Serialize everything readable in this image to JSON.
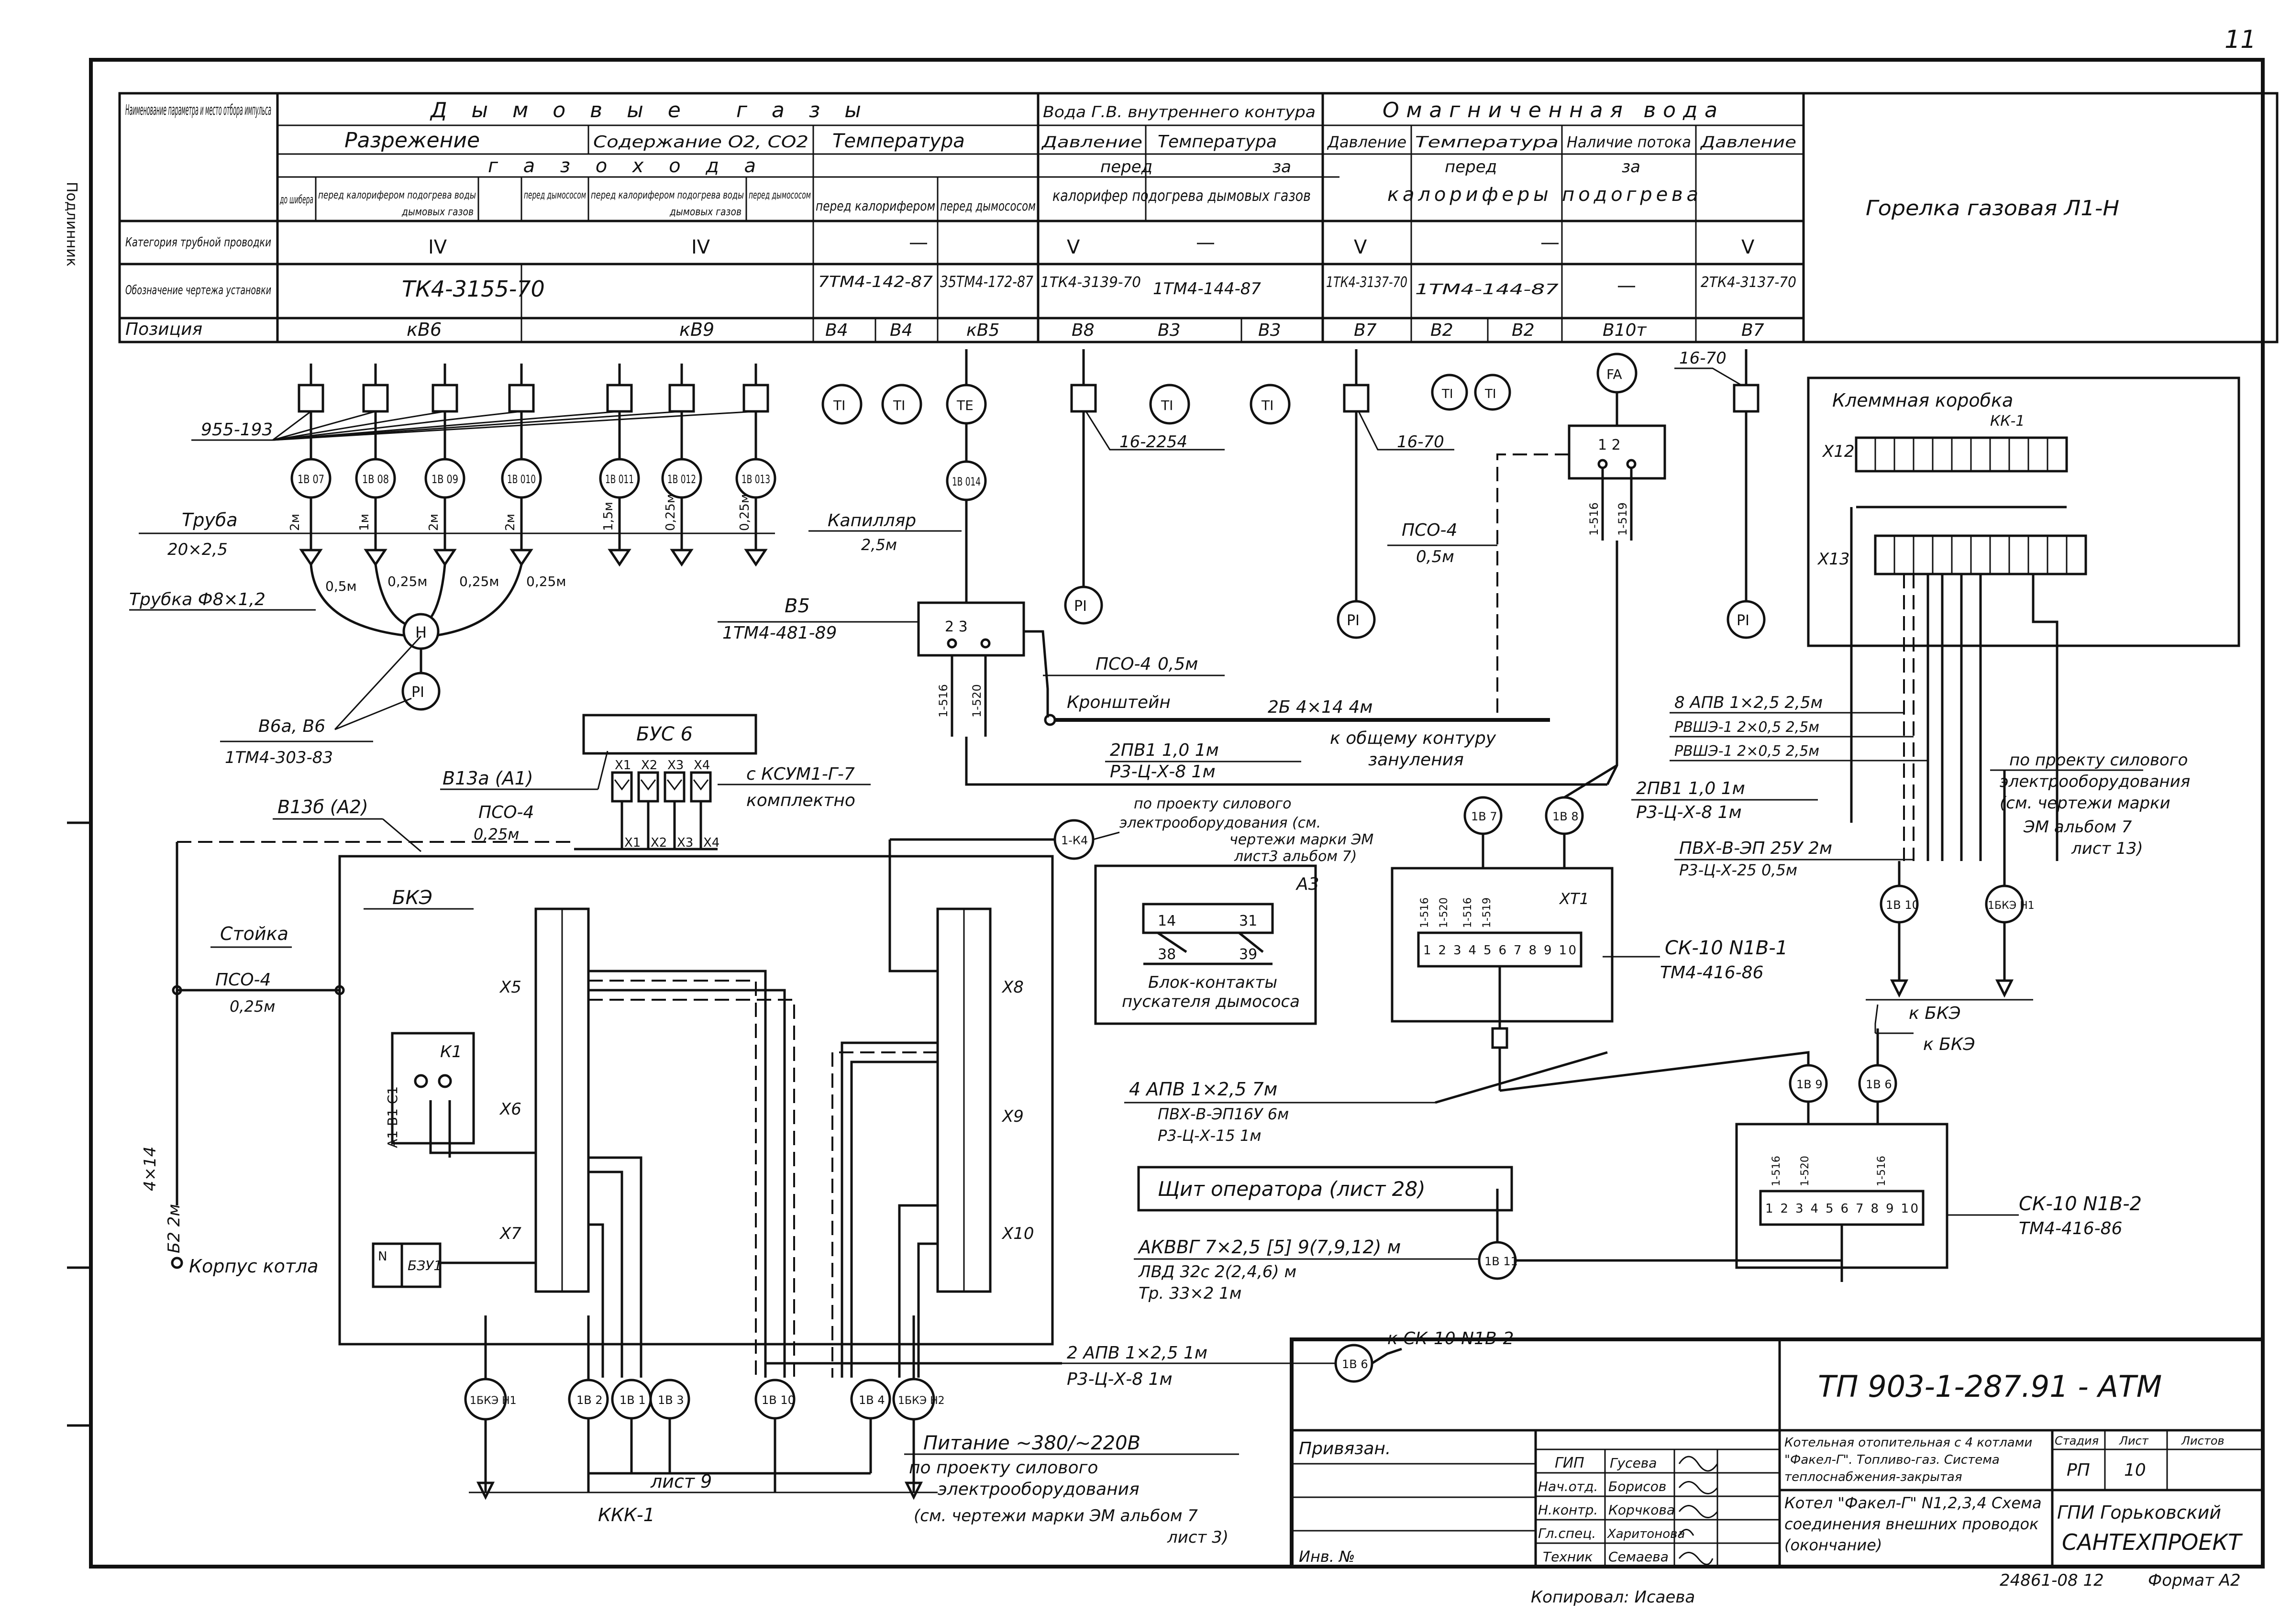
{
  "page_number": "11",
  "side_text": "Подлинник",
  "header": {
    "row_labels": {
      "param": "Наименование параметра и место отбора импульса",
      "category": "Категория трубной проводки",
      "drawing": "Обозначение чертежа установки",
      "position": "Позиция"
    },
    "groups": {
      "flue_gas": "Дымовые газы",
      "water_gv": "Вода Г.В. внутреннего контура",
      "magnet_water": "Омагниченная вода"
    },
    "sub": {
      "vacuum": "Разрежение",
      "o2": "Содержание О2, СО2",
      "temp": "Температура",
      "pressure": "Давление",
      "temp2": "Температура",
      "pressure2": "Давление",
      "temp3": "Температура",
      "flow": "Наличие потока",
      "pressure3": "Давление"
    },
    "gas_path": "газохода",
    "before": "перед",
    "after": "за",
    "places": {
      "damper": "до шибера",
      "before_heater": "перед калорифером подогрева воды",
      "before_exhauster": "перед дымососом",
      "flue_gases": "дымовых газов",
      "before_heater2": "перед калорифером",
      "before_exhauster2": "перед дымососом",
      "heater_flue": "калорифер подогрева дымовых газов",
      "heaters": "калориферы подогрева"
    },
    "categories": [
      "IV",
      "IV",
      "—",
      "V",
      "—",
      "V",
      "—",
      "V"
    ],
    "drawings": {
      "d1": "ТК4-3155-70",
      "d2": "7ТМ4-142-87",
      "d3": "35ТМ4-172-87",
      "d4": "1ТК4-3139-70",
      "d5": "1ТМ4-144-87",
      "d6": "1ТК4-3137-70",
      "d7": "1ТМ4-144-87",
      "d8": "—",
      "d9": "2ТК4-3137-70"
    },
    "positions": [
      "кВ6",
      "кВ9",
      "В4",
      "В4",
      "кВ5",
      "В8",
      "В3",
      "В3",
      "В7",
      "В2",
      "В2",
      "В10т",
      "В7"
    ],
    "burner": "Горелка газовая Л1-Н"
  },
  "diagram": {
    "tag_955": "955-193",
    "tube": "Труба",
    "tube_size": "20×2,5",
    "tube_small": "Трубка Ф8×1,2",
    "sensors_1b": [
      "1В 07",
      "1В 08",
      "1В 09",
      "1В 010",
      "1В 011",
      "1В 012",
      "1В 013"
    ],
    "lengths_2m": [
      "2м",
      "1м",
      "2м",
      "2м",
      "1,5м",
      "0,25м",
      "0,25м"
    ],
    "lengths_025": [
      "0,5м",
      "0,25м",
      "0,25м",
      "0,25м"
    ],
    "h_label": "Н",
    "pi": "PI",
    "ti": "TI",
    "te": "TE",
    "fa": "FA",
    "b6": "В6а, В6",
    "b6_dwg": "1ТМ4-303-83",
    "b14": "1В 014",
    "capillary": "Капилляр",
    "capillary_len": "2,5м",
    "b5": "В5",
    "b5_dwg": "1ТМ4-481-89",
    "pso4": "ПСО-4",
    "pso4_len": "0,5м",
    "bracket": "Кронштейн",
    "strip": "2Б  4×14    4м",
    "to_common": "к общему контуру",
    "zeroing": "зануления",
    "tag_16_2254": "16-2254",
    "tag_16_70": "16-70",
    "tag_16_70b": "16-70",
    "pso4b": "ПСО-4",
    "pso4b_len": "0,5м",
    "box_terms": "1   2",
    "wire_516": "1-516",
    "wire_519": "1-519",
    "wire_520": "1-520",
    "bus6": "БУС 6",
    "bus_x": [
      "Х1",
      "Х2",
      "Х3",
      "Х4"
    ],
    "b13a": "В13а (А1)",
    "b13b": "В13б (А2)",
    "pso4c": "ПСО-4",
    "pso4c_len": "0,25м",
    "ksum": "с КСУМ1-Г-7",
    "complete": "комплектно",
    "pvi1": "2ПВ1  1,0   1м",
    "pvi1b": "Р3-Ц-Х-8    1м",
    "pvi2": "2ПВ1  1,0   1м",
    "pvi2b": "Р3-Ц-Х-8    1м",
    "by_project": "по проекту силового",
    "electro": "электрооборудования (см.",
    "see_em": "чертежи марки ЭМ",
    "sheet3": "лист3 альбом 7)",
    "a3": "А3",
    "contacts": "Блок-контакты",
    "starter": "пускателя дымососа",
    "k4": "1-К4",
    "stand": "Стойка",
    "pso4d": "ПСО-4",
    "pso4d_len": "0,25м",
    "bke": "БКЭ",
    "x_labels": [
      "Х5",
      "Х6",
      "Х7",
      "Х8",
      "Х9",
      "Х10"
    ],
    "k1": "К1",
    "a1": "А1  В1  С1",
    "bzu": "БЗУ1",
    "n": "N",
    "strip2": "4×14",
    "b2_len": "Б2  2м",
    "body": "Корпус котла",
    "klemm": "Клеммная коробка",
    "kk1": "КК-1",
    "x12": "Х12",
    "x13": "Х13",
    "apv8": "8 АПВ  1×2,5  2,5м",
    "rvshe1": "РВШЭ-1  2×0,5  2,5м",
    "rvshe2": "РВШЭ-1  2×0,5  2,5м",
    "by_project2": "по проекту силового",
    "electro2": "электрооборудования",
    "see_em2": "(см. чертежи марки",
    "album": "ЭМ  альбом 7",
    "sheet13": "лист 13)",
    "pvx": "ПВХ-В-ЭП 25У    2м",
    "pvx_b": "Р3-Ц-Х-25     0,5м",
    "ck1": "СК-10 N1В-1",
    "ck1_dwg": "ТМ4-416-86",
    "xt1": "ХТ1",
    "to_bke": "к БКЭ",
    "to_bke2": "к БКЭ",
    "apv4": "4 АПВ  1×2,5      7м",
    "pvx6": "ПВХ-В-ЭП16У       6м",
    "p3_15": "Р3-Ц-Х-15         1м",
    "panel": "Щит оператора (лист 28)",
    "akvvg": "АКВВГ 7×2,5  [5]  9(7,9,12) м",
    "lvd": "ЛВД 32с          2(2,4,6) м",
    "tr": "Тр. 33×2            1м",
    "ck2": "СК-10 N1В-2",
    "ck2_dwg": "ТМ4-416-86",
    "apv2": "2 АПВ  1×2,5     1м",
    "apv2b": "Р3-Ц-Х-8        1м",
    "to_ck": "к СК-10 N1В-2",
    "supply": "Питание ~380/~220В",
    "by_project3": "по проекту силового",
    "electro3": "электрооборудования",
    "see_em3": "(см. чертежи марки ЭМ  альбом 7",
    "sheet3b": "лист 3)",
    "sheet9": "лист 9",
    "kkk": "ККК-1",
    "bubbles_bottom": [
      "1БКЭ Н1",
      "1В 2",
      "1В 1",
      "1В 3",
      "1В 10",
      "1В 4",
      "1БКЭ Н2"
    ],
    "bubbles_mid": [
      "1В 7",
      "1В 8",
      "1В 10",
      "1БКЭ Н1",
      "1В 9",
      "1В 6",
      "1В 11",
      "1В 6"
    ]
  },
  "title_block": {
    "code": "ТП 903-1-287.91     - АТМ",
    "bound": "Привязан.",
    "inv": "Инв. №",
    "roles": [
      "ГИП",
      "Нач.отд.",
      "Н.контр.",
      "Гл.спец.",
      "Техник"
    ],
    "names": [
      "Гусева",
      "Борисов",
      "Корчкова",
      "Харитонова",
      "Семаева"
    ],
    "project": "Котельная отопительная с 4 котлами \"Факел-Г\". Топливо-газ. Система теплоснабжения-закрытая",
    "sheet_title": "Котел \"Факел-Г\" N1,2,3,4 Схема соединения внешних проводок (окончание)",
    "stage_label": "Стадия",
    "sheet_label": "Лист",
    "sheets_label": "Листов",
    "stage": "РП",
    "sheet": "10",
    "org1": "ГПИ Горьковский",
    "org2": "САНТЕХПРОЕКТ",
    "archive": "24861-08  12",
    "format": "Формат А2",
    "copied": "Копировал: Исаева"
  }
}
